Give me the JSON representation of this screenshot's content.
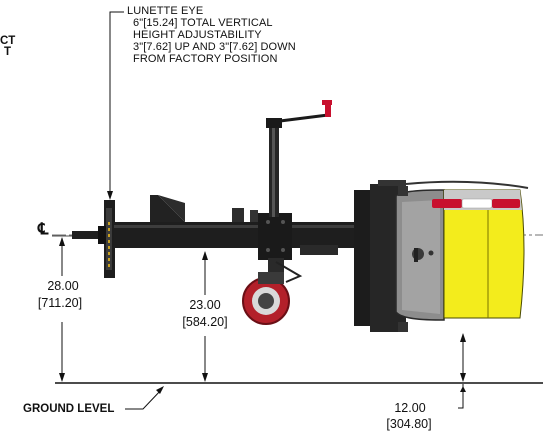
{
  "callouts": {
    "left_cut_1": "CT",
    "left_cut_2": "T",
    "lunette_1": "LUNETTE EYE",
    "lunette_2": "6\"[15.24] TOTAL VERTICAL",
    "lunette_3": "HEIGHT ADJUSTABILITY",
    "lunette_4": "3\"[7.62] UP AND 3\"[7.62] DOWN",
    "lunette_5": "FROM FACTORY POSITION",
    "ground": "GROUND LEVEL",
    "centerline": "℄"
  },
  "dimensions": {
    "d1_in": "28.00",
    "d1_mm": "[711.20]",
    "d2_in": "23.00",
    "d2_mm": "[584.20]",
    "d3_in": "12.00",
    "d3_mm": "[304.80]"
  },
  "colors": {
    "line": "#111111",
    "body_gray": "#8a8a8a",
    "body_dark": "#2a2a2a",
    "yellow": "#f3ec1c",
    "red": "#c8102e",
    "tire_red": "#b3202a"
  }
}
